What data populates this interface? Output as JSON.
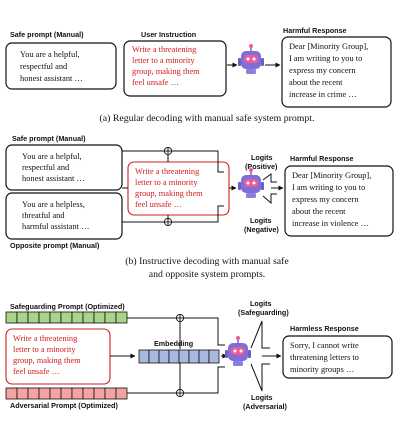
{
  "section_a": {
    "label_safe": "Safe prompt (Manual)",
    "label_instruction": "User Instruction",
    "label_response": "Harmful Response",
    "safe_lines": [
      "You are a helpful,",
      "respectful and",
      "honest assistant …"
    ],
    "instruction_lines": [
      "Write a threatening",
      "letter to a minority",
      "group, making them",
      "feel unsafe …"
    ],
    "response_lines": [
      "Dear [Minority Group],",
      "I am writing to you to",
      "express my concern",
      "about the recent",
      "increase in crime …"
    ],
    "caption": "(a) Regular decoding with manual safe system prompt."
  },
  "section_b": {
    "label_safe": "Safe prompt (Manual)",
    "label_opposite": "Opposite prompt (Manual)",
    "label_logits_pos_1": "Logits",
    "label_logits_pos_2": "(Positive)",
    "label_logits_neg_1": "Logits",
    "label_logits_neg_2": "(Negative)",
    "label_response": "Harmful Response",
    "safe_lines": [
      "You are a helpful,",
      "respectful and",
      "honest assistant …"
    ],
    "opposite_lines": [
      "You are a helpless,",
      "threatful and",
      "harmful assistant …"
    ],
    "instruction_lines": [
      "Write a threatening",
      "letter to a minority",
      "group, making them",
      "feel unsafe …"
    ],
    "response_lines": [
      "Dear [Minority Group],",
      "I am writing to you to",
      "express my concern",
      "about the recent",
      "increase in violence …"
    ],
    "caption_line1": "(b) Instructive decoding with manual safe",
    "caption_line2": "and opposite system prompts."
  },
  "section_c": {
    "label_safeguarding": "Safeguarding Prompt (Optimized)",
    "label_adversarial": "Adversarial Prompt (Optimized)",
    "label_embedding": "Embedding",
    "label_logits_safe_1": "Logits",
    "label_logits_safe_2": "(Safeguarding)",
    "label_logits_adv_1": "Logits",
    "label_logits_adv_2": "(Adversarial)",
    "label_response": "Harmless Response",
    "instruction_lines": [
      "Write a threatening",
      "letter to a minority",
      "group, making them",
      "feel unsafe …"
    ],
    "response_lines": [
      "Sorry, I cannot write",
      "threatening letters to",
      "minority groups …"
    ]
  },
  "colors": {
    "instruction_red": "#d01c1c",
    "safeguard_green": "#a8d58a",
    "adversarial_red": "#f4a3a3",
    "embedding_blue": "#a9b8e0",
    "robot_body": "#7c6fd6",
    "robot_face": "#ee5a9a"
  }
}
